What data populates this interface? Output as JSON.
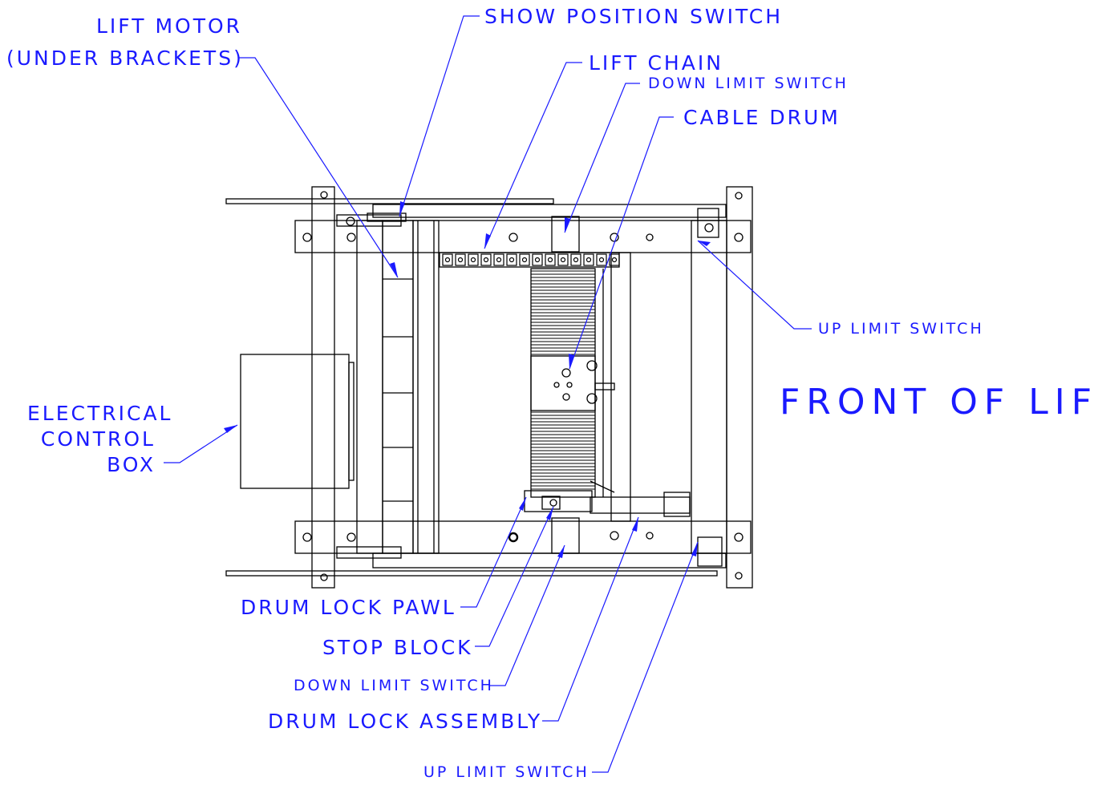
{
  "colors": {
    "ink": "#000000",
    "label": "#1a1aff",
    "leader": "#1a1aff",
    "background": "#ffffff"
  },
  "title": "FRONT OF LIFT",
  "labels": {
    "lift_motor_1": "LIFT MOTOR",
    "lift_motor_2": "(UNDER BRACKETS)",
    "show_position_switch": "SHOW POSITION SWITCH",
    "lift_chain": "LIFT CHAIN",
    "down_limit_switch_top": "DOWN LIMIT SWITCH",
    "cable_drum": "CABLE DRUM",
    "up_limit_switch_right": "UP LIMIT SWITCH",
    "electrical_1": "ELECTRICAL",
    "electrical_2": "CONTROL",
    "electrical_3": "BOX",
    "drum_lock_pawl": "DRUM LOCK PAWL",
    "stop_block": "STOP BLOCK",
    "down_limit_switch_bottom": "DOWN LIMIT SWITCH",
    "drum_lock_assembly": "DRUM LOCK ASSEMBLY",
    "up_limit_switch_bottom": "UP LIMIT SWITCH"
  }
}
